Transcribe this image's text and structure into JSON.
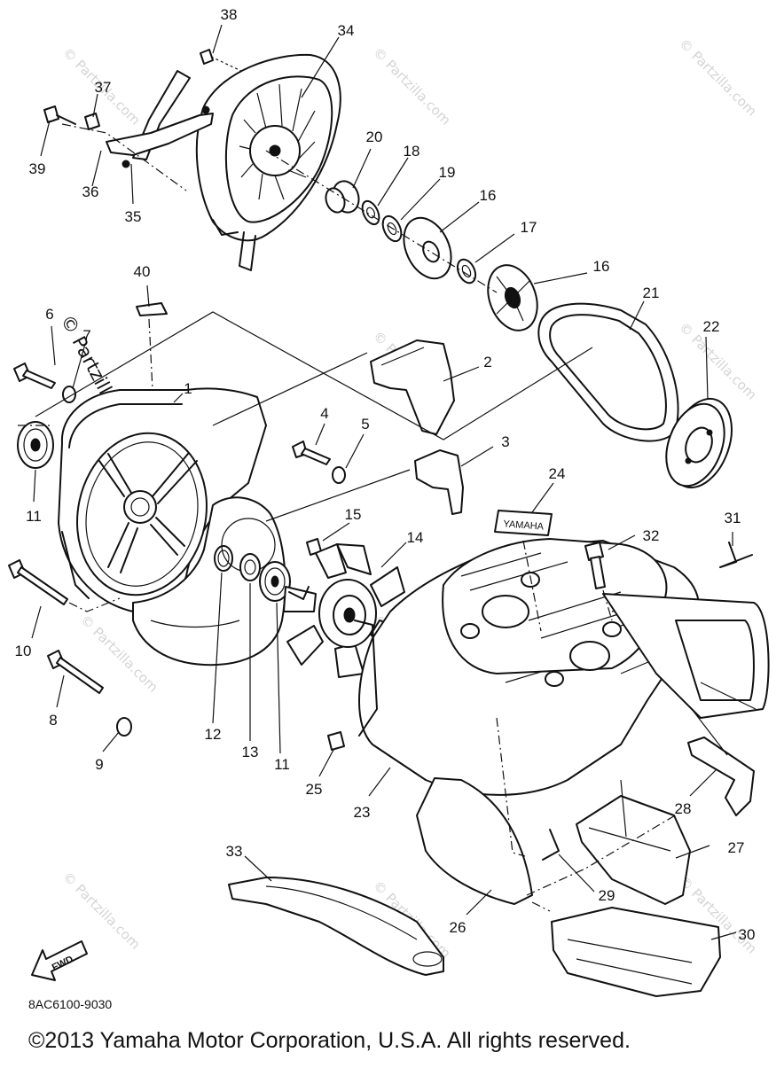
{
  "diagram": {
    "drawing_code": "8AC6100-9030",
    "copyright": "©2013  Yamaha Motor Corporation, U.S.A. All rights reserved.",
    "fwd_label": "FWD",
    "decal_text": "YAMAHA",
    "watermark": "© Partzilla.com",
    "callouts": [
      "1",
      "2",
      "3",
      "4",
      "5",
      "6",
      "7",
      "8",
      "9",
      "10",
      "11",
      "11",
      "12",
      "13",
      "14",
      "15",
      "16",
      "16",
      "17",
      "18",
      "19",
      "20",
      "21",
      "22",
      "23",
      "24",
      "25",
      "26",
      "27",
      "28",
      "29",
      "30",
      "31",
      "32",
      "33",
      "34",
      "35",
      "36",
      "37",
      "38",
      "39",
      "40"
    ]
  }
}
